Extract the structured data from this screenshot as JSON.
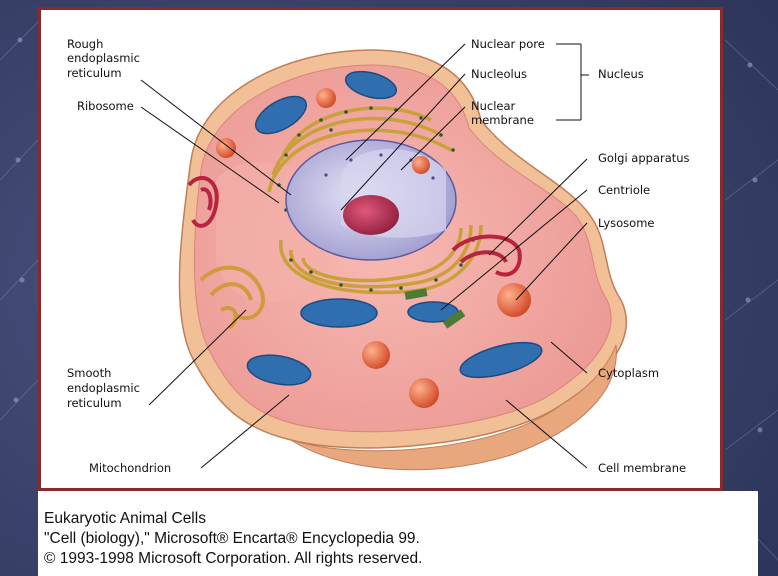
{
  "diagram": {
    "labels": {
      "rough_er": [
        "Rough",
        "endoplasmic",
        "reticulum"
      ],
      "ribosome": "Ribosome",
      "nuclear_pore": "Nuclear pore",
      "nucleolus": "Nucleolus",
      "nuclear_membrane": [
        "Nuclear",
        "membrane"
      ],
      "nucleus": "Nucleus",
      "golgi": "Golgi apparatus",
      "centriole": "Centriole",
      "lysosome": "Lysosome",
      "smooth_er": [
        "Smooth",
        "endoplasmic",
        "reticulum"
      ],
      "cytoplasm": "Cytoplasm",
      "mitochondrion": "Mitochondrion",
      "cell_membrane": "Cell membrane"
    }
  },
  "caption": {
    "title": "Eukaryotic Animal Cells",
    "source": "\"Cell (biology),\" Microsoft® Encarta® Encyclopedia 99.",
    "copyright": "© 1993-1998 Microsoft Corporation. All rights reserved."
  },
  "colors": {
    "background": "#3d4670",
    "frame": "#8b2a2a",
    "cytoplasm": "#f2a5a0",
    "membrane": "#f3c79a",
    "mitochondrion": "#2f6fb0",
    "lysosome": "#e05a3a",
    "nucleus": "#c9c7e6"
  }
}
